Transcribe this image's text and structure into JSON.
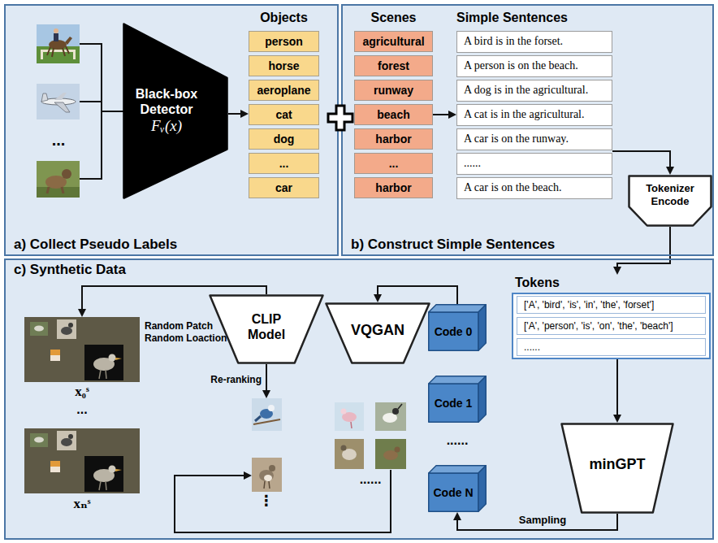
{
  "diagram": {
    "nodes": [
      {
        "text": [
          "a) Collect Pseudo Labels"
        ]
      },
      {
        "text": [
          "Black-box Detector",
          "Fᵥ(x)"
        ],
        "in": 0
      },
      {
        "text": [
          "Objects"
        ],
        "in": 0
      },
      {
        "text": [
          "person"
        ],
        "in": 2
      },
      {
        "text": [
          "horse"
        ],
        "in": 2
      },
      {
        "text": [
          "aeroplane"
        ],
        "in": 2
      },
      {
        "text": [
          "cat"
        ],
        "in": 2
      },
      {
        "text": [
          "dog"
        ],
        "in": 2
      },
      {
        "text": [
          "..."
        ],
        "in": 2
      },
      {
        "text": [
          "car"
        ],
        "in": 2
      },
      {
        "text": [
          "b) Construct Simple Sentences"
        ]
      },
      {
        "text": [
          "Scenes"
        ],
        "in": 10
      },
      {
        "text": [
          "agricultural"
        ],
        "in": 11
      },
      {
        "text": [
          "forest"
        ],
        "in": 11
      },
      {
        "text": [
          "runway"
        ],
        "in": 11
      },
      {
        "text": [
          "beach"
        ],
        "in": 11
      },
      {
        "text": [
          "harbor"
        ],
        "in": 11
      },
      {
        "text": [
          "..."
        ],
        "in": 11
      },
      {
        "text": [
          "harbor"
        ],
        "in": 11
      },
      {
        "text": [
          "Simple Sentences"
        ],
        "in": 10
      },
      {
        "text": [
          "A bird is in the forset."
        ],
        "in": 19
      },
      {
        "text": [
          "A person is on the beach."
        ],
        "in": 19
      },
      {
        "text": [
          "A dog is in the agricultural."
        ],
        "in": 19
      },
      {
        "text": [
          "A cat is in the agricultural."
        ],
        "in": 19
      },
      {
        "text": [
          "A car is on the runway."
        ],
        "in": 19
      },
      {
        "text": [
          "......"
        ],
        "in": 19
      },
      {
        "text": [
          "A car is on the beach."
        ],
        "in": 19
      },
      {
        "text": [
          "Tokenizer Encode"
        ],
        "in": 10
      },
      {
        "text": [
          "c) Synthetic Data"
        ]
      },
      {
        "text": [
          "CLIP Model"
        ],
        "in": 28
      },
      {
        "text": [
          "VQGAN"
        ],
        "in": 28
      },
      {
        "text": [
          "Code 0"
        ],
        "in": 28
      },
      {
        "text": [
          "Code 1"
        ],
        "in": 28
      },
      {
        "text": [
          "Code N"
        ],
        "in": 28
      },
      {
        "text": [
          "Tokens"
        ],
        "in": 28
      },
      {
        "text": [
          "['A', 'bird', 'is', 'in', 'the', 'forset']"
        ],
        "in": 34
      },
      {
        "text": [
          "['A', 'person', 'is', 'on', 'the', 'beach']"
        ],
        "in": 34
      },
      {
        "text": [
          "......"
        ],
        "in": 34
      },
      {
        "text": [
          "minGPT"
        ],
        "in": 28
      }
    ],
    "edges": [
      {
        "from": 1,
        "to": 2,
        "arrow": "to"
      },
      {
        "from": 15,
        "to": 19,
        "arrow": "to"
      },
      {
        "from": 19,
        "to": 27,
        "arrow": "to"
      },
      {
        "from": 27,
        "to": 34,
        "arrow": "to"
      },
      {
        "from": 34,
        "to": 38,
        "arrow": "to"
      },
      {
        "from": 38,
        "to": 33,
        "arrow": "to",
        "label": "Sampling"
      },
      {
        "from": 31,
        "to": 30,
        "arrow": "to"
      }
    ],
    "labels": [
      "...",
      "x₀ˢ",
      "...",
      "xₙˢ",
      "Random Patch",
      "Random Loaction",
      "Re-ranking",
      "⋮",
      "......",
      "......"
    ]
  }
}
